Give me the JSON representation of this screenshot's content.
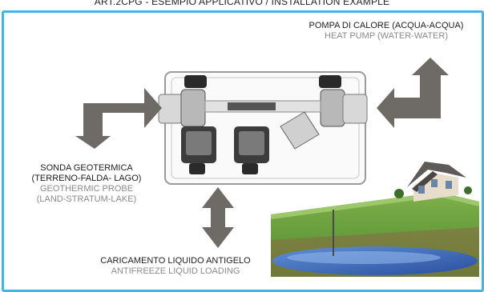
{
  "header": {
    "title": "ART.2CPG - ESEMPIO APPLICATIVO / INSTALLATION EXAMPLE"
  },
  "labels": {
    "heat_pump": {
      "it": "POMPA DI CALORE (ACQUA-ACQUA)",
      "en": "HEAT PUMP (WATER-WATER)"
    },
    "probe": {
      "it_line1": "SONDA GEOTERMICA",
      "it_line2": "(TERRENO-FALDA- LAGO)",
      "en_line1": "GEOTHERMIC PROBE",
      "en_line2": "(LAND-STRATUM-LAKE)"
    },
    "loading": {
      "it": "CARICAMENTO LIQUIDO ANTIGELO",
      "en": "ANTIFREEZE LIQUID LOADING"
    }
  },
  "colors": {
    "frame_border": "#3fb6e3",
    "arrow_fill": "#6e6a66",
    "italian_text": "#1c1c1c",
    "english_text": "#8a8a8a"
  }
}
